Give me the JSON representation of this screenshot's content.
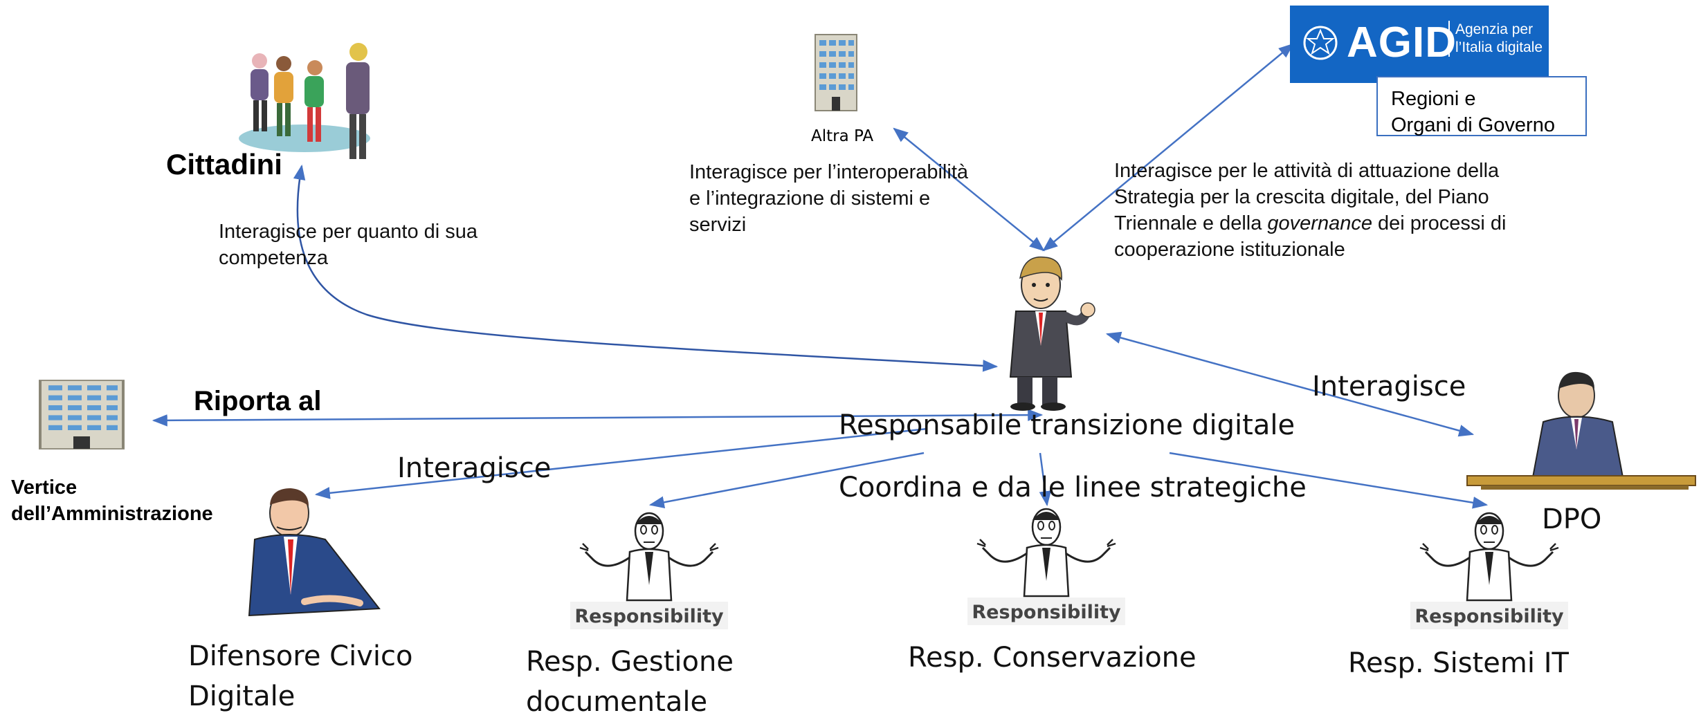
{
  "nodes": {
    "cittadini": "Cittadini",
    "altra_pa": "Altra PA",
    "regioni": [
      "Regioni e",
      "Organi di Governo"
    ],
    "vertice": [
      "Vertice",
      "dell’Amministrazione"
    ],
    "rtd": "Responsabile transizione digitale",
    "dpo": "DPO",
    "difensore": [
      "Difensore Civico",
      "Digitale"
    ],
    "gestione": [
      "Resp. Gestione",
      "documentale"
    ],
    "conservazione": "Resp. Conservazione",
    "sistemi": "Resp. Sistemi IT"
  },
  "agid": {
    "logo_text": "AGID",
    "tagline": [
      "Agenzia per",
      "l’Italia digitale"
    ],
    "brand_color": "#1366c4"
  },
  "edges": {
    "cittadini_text": [
      "Interagisce per quanto di sua",
      "competenza"
    ],
    "altra_pa_text": [
      "Interagisce per l’interoperabilità",
      "e l’integrazione di sistemi e",
      "servizi"
    ],
    "agid_text": {
      "line1": "Interagisce per le attività di attuazione della",
      "line2": "Strategia per la crescita digitale, del Piano",
      "line3_before": "Triennale e della ",
      "line3_italic": "governance",
      "line3_after": " dei processi di",
      "line4": "cooperazione istituzionale"
    },
    "riporta": "Riporta al",
    "interagisce_dpo": "Interagisce",
    "interagisce_difensore": "Interagisce",
    "coordina": "Coordina e da le linee strategiche"
  },
  "badges": {
    "responsibility": "Responsibility"
  },
  "colors": {
    "arrow": "#4472c4",
    "arrow_dark": "#2f55a4",
    "agid_blue": "#1366c4"
  }
}
